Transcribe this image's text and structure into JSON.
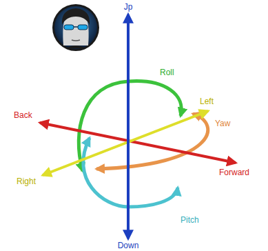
{
  "diagram": {
    "labels": [
      "Jp",
      "Roll",
      "Left",
      "Back",
      "Yaw",
      "Right",
      "Forward",
      "Pitch",
      "Down"
    ]
  }
}
